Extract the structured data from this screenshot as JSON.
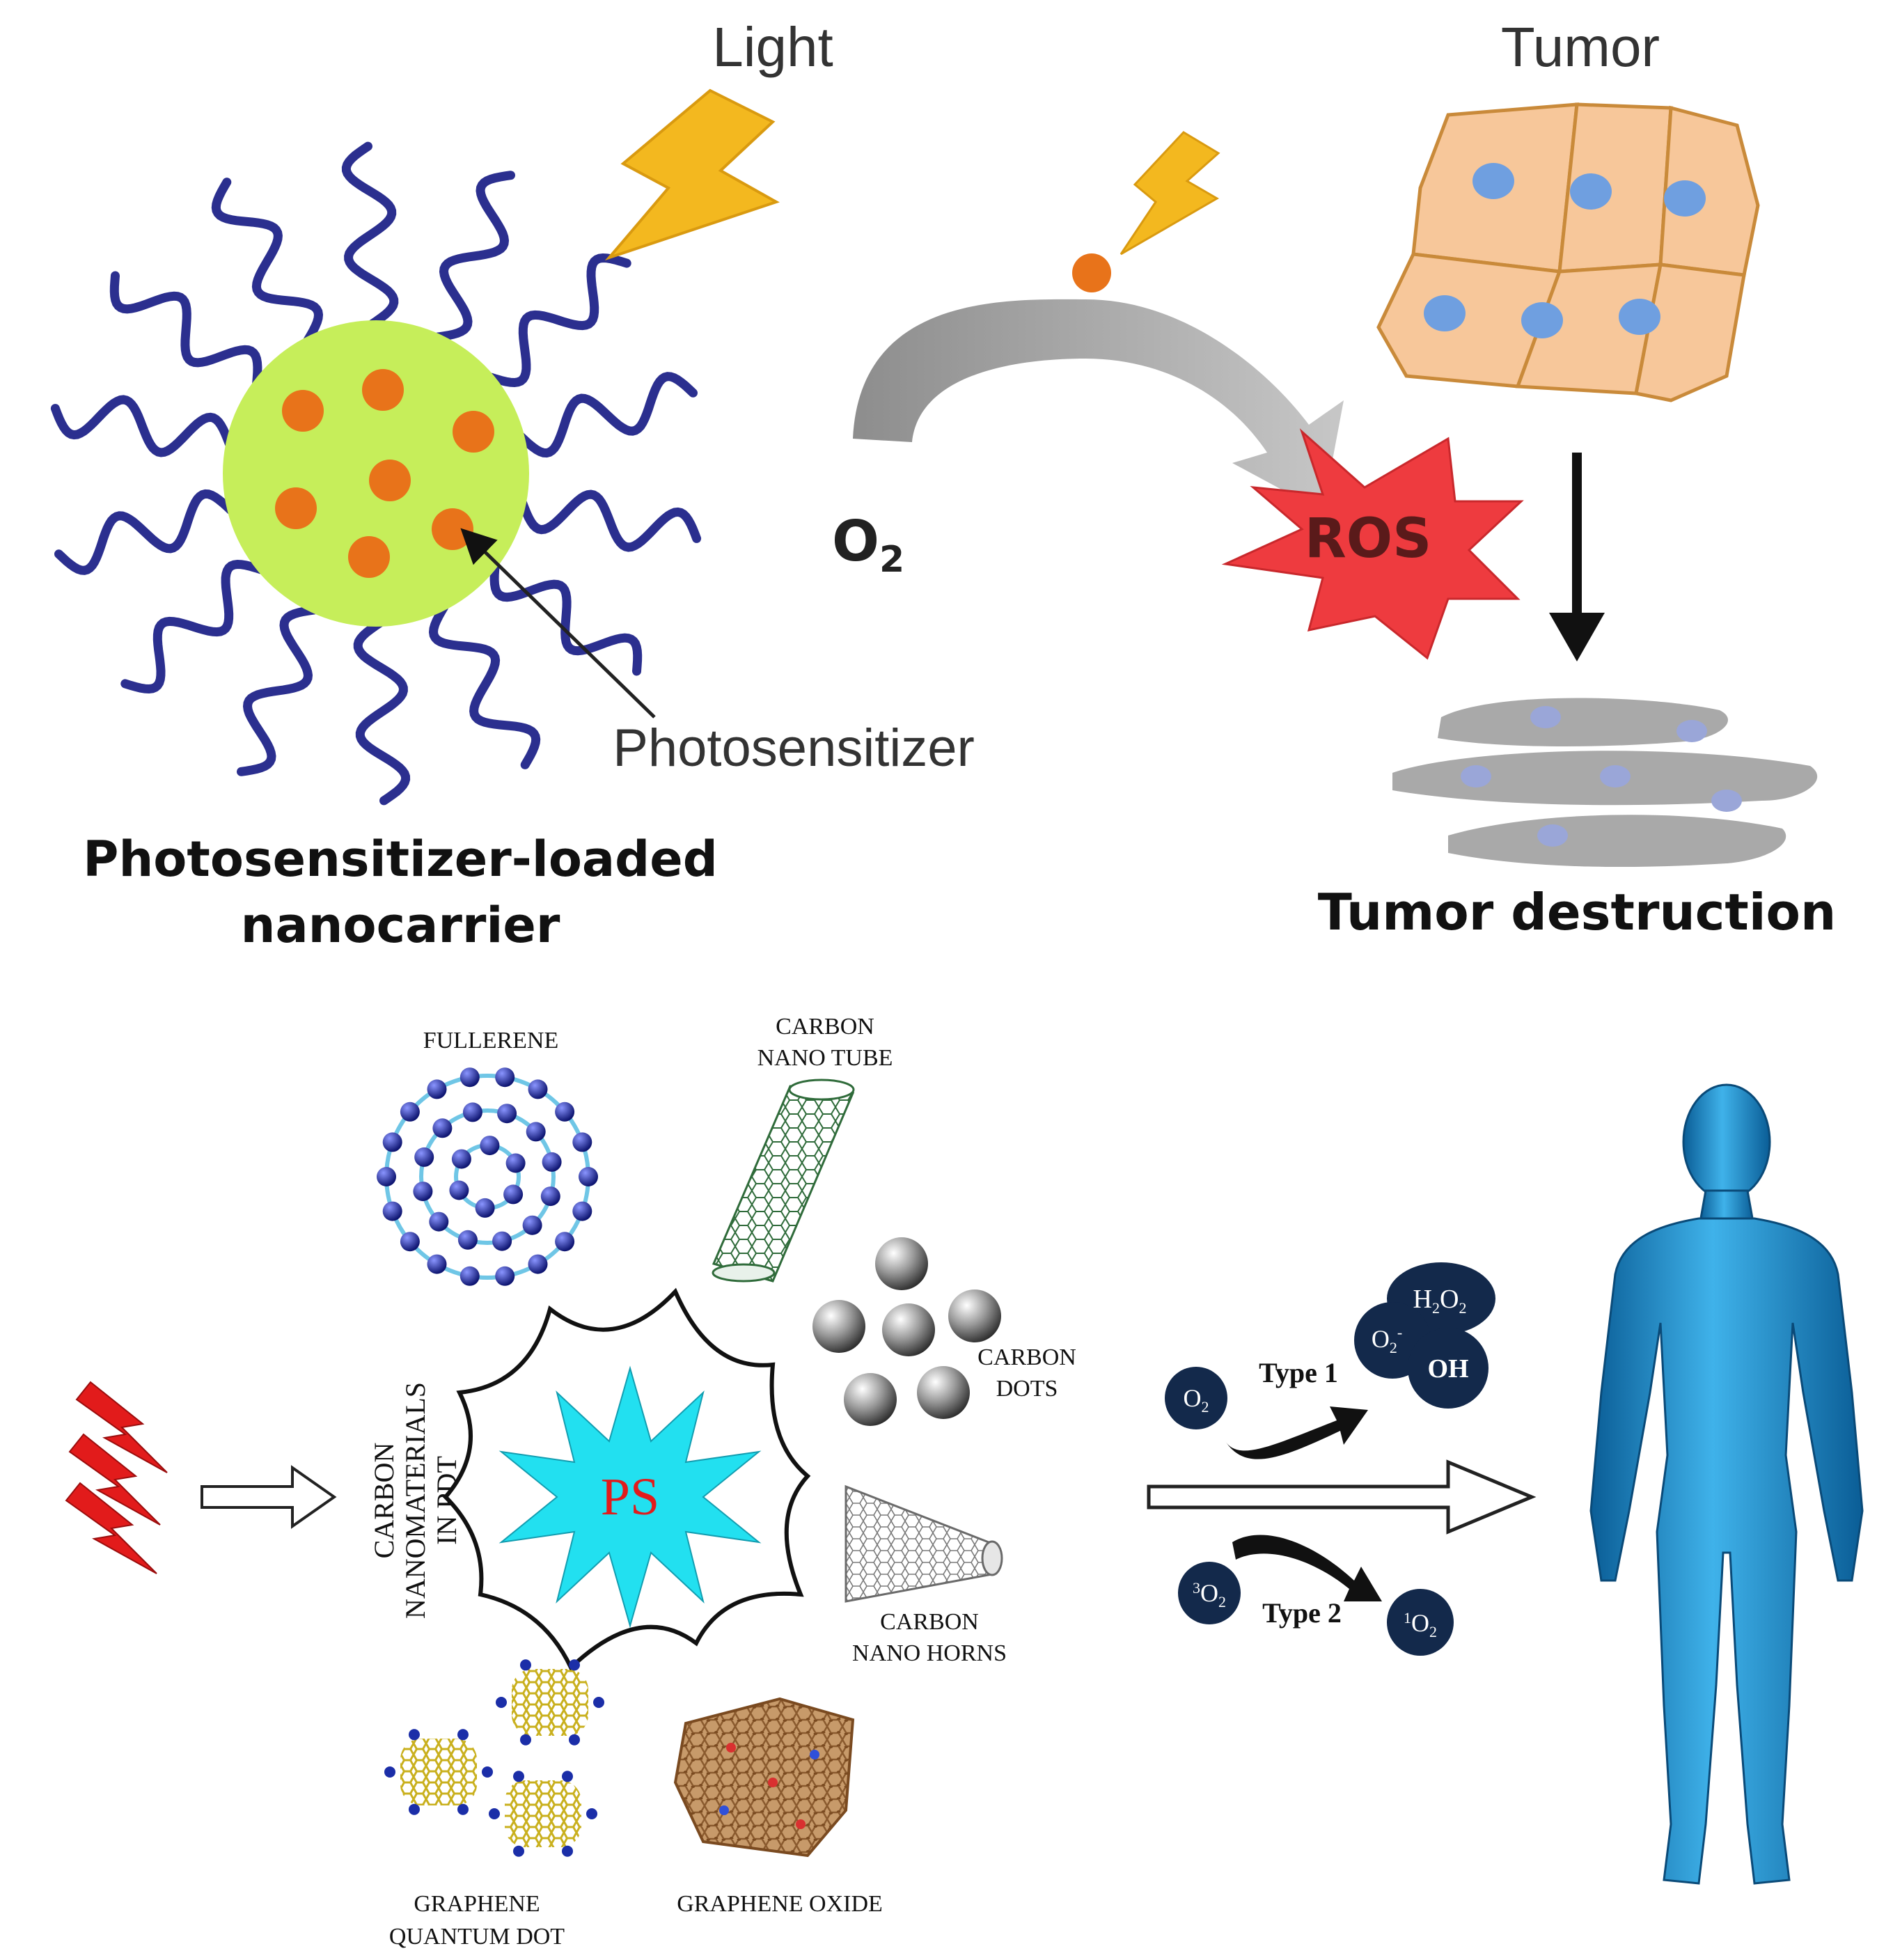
{
  "top_panel": {
    "light_label": "Light",
    "tumor_label": "Tumor",
    "oxygen_label": "O",
    "oxygen_sub": "2",
    "ros_label": "ROS",
    "photosensitizer_label": "Photosensitizer",
    "nanocarrier_caption_line1": "Photosensitizer-loaded",
    "nanocarrier_caption_line2": "nanocarrier",
    "destruction_caption": "Tumor destruction"
  },
  "bottom_panel": {
    "fullerene_label": "FULLERENE",
    "nanotube_label_line1": "CARBON",
    "nanotube_label_line2": "NANO TUBE",
    "dots_label_line1": "CARBON",
    "dots_label_line2": "DOTS",
    "horns_label_line1": "CARBON",
    "horns_label_line2": "NANO HORNS",
    "gqd_label_line1": "GRAPHENE",
    "gqd_label_line2": "QUANTUM DOT",
    "go_label": "GRAPHENE OXIDE",
    "center_label": "PS",
    "vertical_label_line1": "CARBON",
    "vertical_label_line2": "NANOMATERIALS",
    "vertical_label_line3": "IN PDT",
    "type1_label": "Type 1",
    "type2_label": "Type 2",
    "molecules": {
      "o2": {
        "main": "O",
        "sub": "2"
      },
      "triplet_o2": {
        "sup": "3",
        "main": "O",
        "sub": "2"
      },
      "singlet_o2": {
        "sup": "1",
        "main": "O",
        "sub": "2"
      },
      "superoxide": {
        "main": "O",
        "sub": "2",
        "sup": "-"
      },
      "h2o2": {
        "main1": "H",
        "sub1": "2",
        "main2": "O",
        "sub2": "2"
      },
      "oh": {
        "main": "OH"
      }
    }
  },
  "colors": {
    "wave": "#2b2f8f",
    "carrier": "#c6ee5a",
    "ps_dot": "#e8731a",
    "bolt": "#f3b81f",
    "tumor_cell": "#f7c79a",
    "nucleus": "#6f9fe0",
    "ros": "#ee3b3f",
    "ps_star": "#22e0f0",
    "molecule": "#13294b",
    "body": "#1e88c8"
  }
}
